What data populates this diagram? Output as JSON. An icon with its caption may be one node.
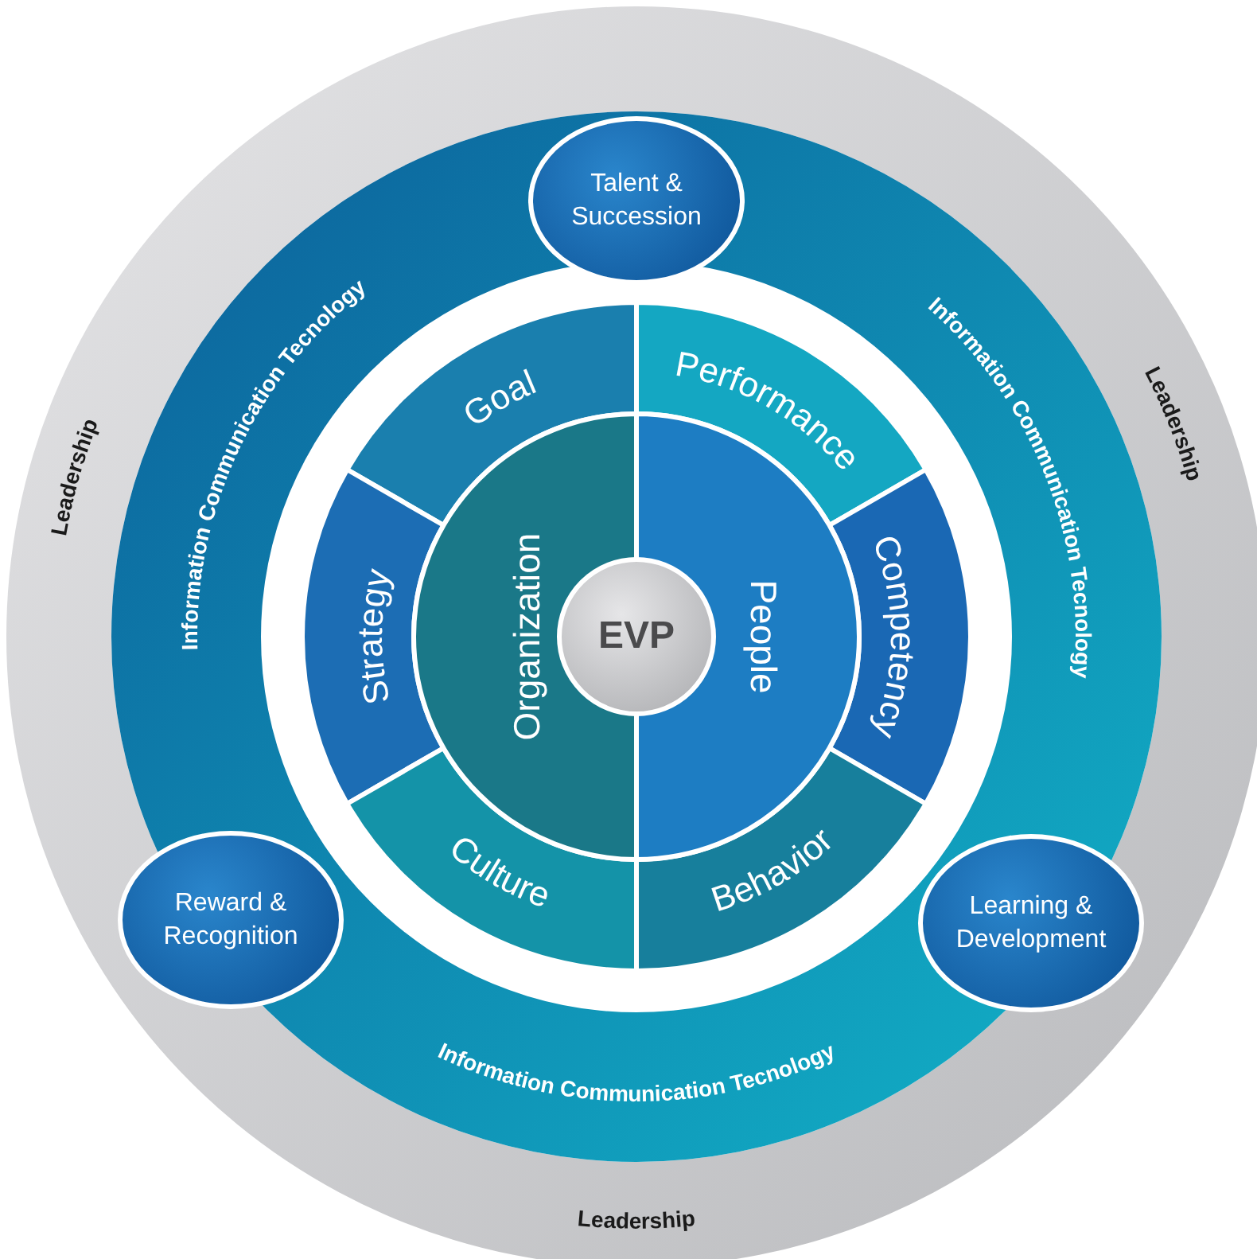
{
  "diagram": {
    "nodes": [
      {
        "text": [
          "Leadership",
          "Leadership",
          "Leadership"
        ]
      },
      {
        "text": [
          "Information Communication Tecnology",
          "Information Communication Tecnology",
          "Information Communication Tecnology"
        ],
        "in": 0
      },
      {
        "text": [
          "Talent & Succession"
        ],
        "in": 1
      },
      {
        "text": [
          "Goal"
        ],
        "in": 1
      },
      {
        "text": [
          "Performance"
        ],
        "in": 1
      },
      {
        "text": [
          "Strategy"
        ],
        "in": 1
      },
      {
        "text": [
          "Organization"
        ],
        "in": 1
      },
      {
        "text": [
          "EVP"
        ],
        "in": 1
      },
      {
        "text": [
          "People"
        ],
        "in": 1
      },
      {
        "text": [
          "Competency"
        ],
        "in": 1
      },
      {
        "text": [
          "Reward & Recognition"
        ],
        "in": 1
      },
      {
        "text": [
          "Culture"
        ],
        "in": 1
      },
      {
        "text": [
          "Behavior"
        ],
        "in": 1
      },
      {
        "text": [
          "Learning & Development"
        ],
        "in": 1
      }
    ]
  }
}
